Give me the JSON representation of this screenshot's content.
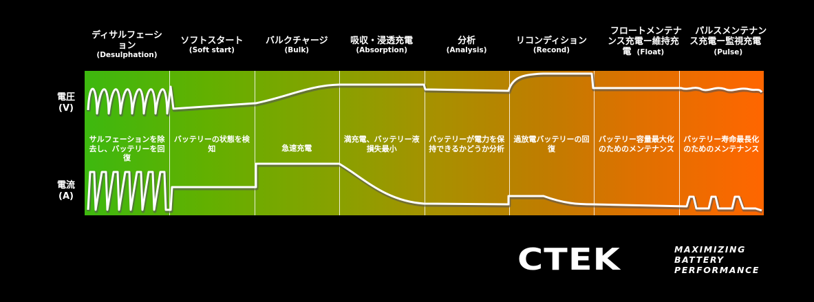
{
  "stages": [
    {
      "ja": "ディサルフェーション",
      "en": "(Desulphation)",
      "desc": "サルフェーションを除去し、バッテリーを回復"
    },
    {
      "ja": "ソフトスタート",
      "en": "(Soft start)",
      "desc": "バッテリーの状態を検知"
    },
    {
      "ja": "バルクチャージ",
      "en": "(Bulk)",
      "desc": "急速充電"
    },
    {
      "ja": "吸収・浸透充電",
      "en": "(Absorption)",
      "desc": "満充電、バッテリー液損失最小"
    },
    {
      "ja": "分析",
      "en": "(Analysis)",
      "desc": "バッテリーが電力を保持できるかどうか分析"
    },
    {
      "ja": "リコンディション",
      "en": "(Recond)",
      "desc": "過放電バッテリーの回復"
    },
    {
      "ja": "フロートメンテナンス充電ー維持充電",
      "en": "(Float)",
      "desc": "バッテリー容量最大化のためのメンテナンス"
    },
    {
      "ja": "パルスメンテナンス充電ー監視充電",
      "en": "(Pulse)",
      "desc": "バッテリー寿命最長化のためのメンテナンス"
    }
  ],
  "axes": {
    "voltage": "電圧\n(V)",
    "current": "電流\n(A)"
  },
  "brand": {
    "logo": "CTEK",
    "tagline": [
      "MAXIMIZING",
      "BATTERY",
      "PERFORMANCE"
    ]
  }
}
